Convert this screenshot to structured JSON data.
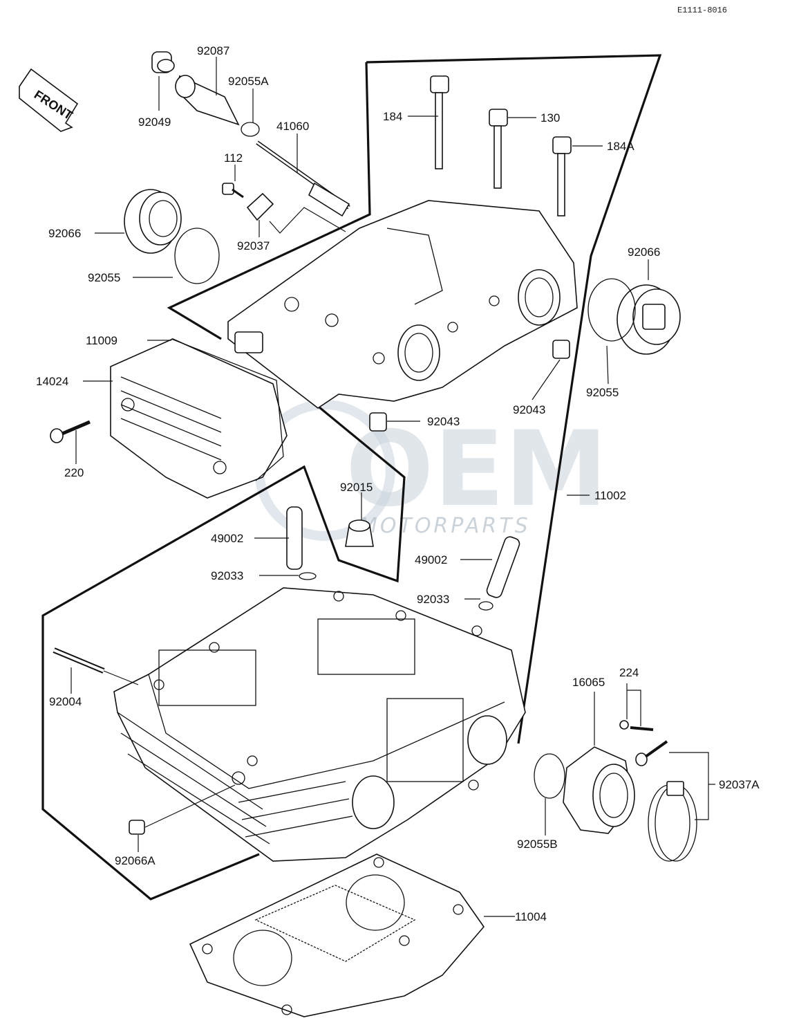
{
  "diagram_code": "E1111-8016",
  "front_label": "FRONT",
  "watermark": {
    "brand": "OEM",
    "sub": "MOTORPARTS"
  },
  "labels": {
    "p92087": "92087",
    "p92055A": "92055A",
    "p92049": "92049",
    "p41060": "41060",
    "p112": "112",
    "p184": "184",
    "p130": "130",
    "p184A": "184A",
    "p92066_left": "92066",
    "p92055_left": "92055",
    "p92037": "92037",
    "p92066_right": "92066",
    "p92055_right": "92055",
    "p11009": "11009",
    "p14024": "14024",
    "p220": "220",
    "p92043_a": "92043",
    "p92043_b": "92043",
    "p92015": "92015",
    "p11002": "11002",
    "p49002_left": "49002",
    "p49002_right": "49002",
    "p92033_left": "92033",
    "p92033_right": "92033",
    "p92004": "92004",
    "p224": "224",
    "p16065": "16065",
    "p92037A": "92037A",
    "p92055B": "92055B",
    "p92066A": "92066A",
    "p11004": "11004"
  }
}
